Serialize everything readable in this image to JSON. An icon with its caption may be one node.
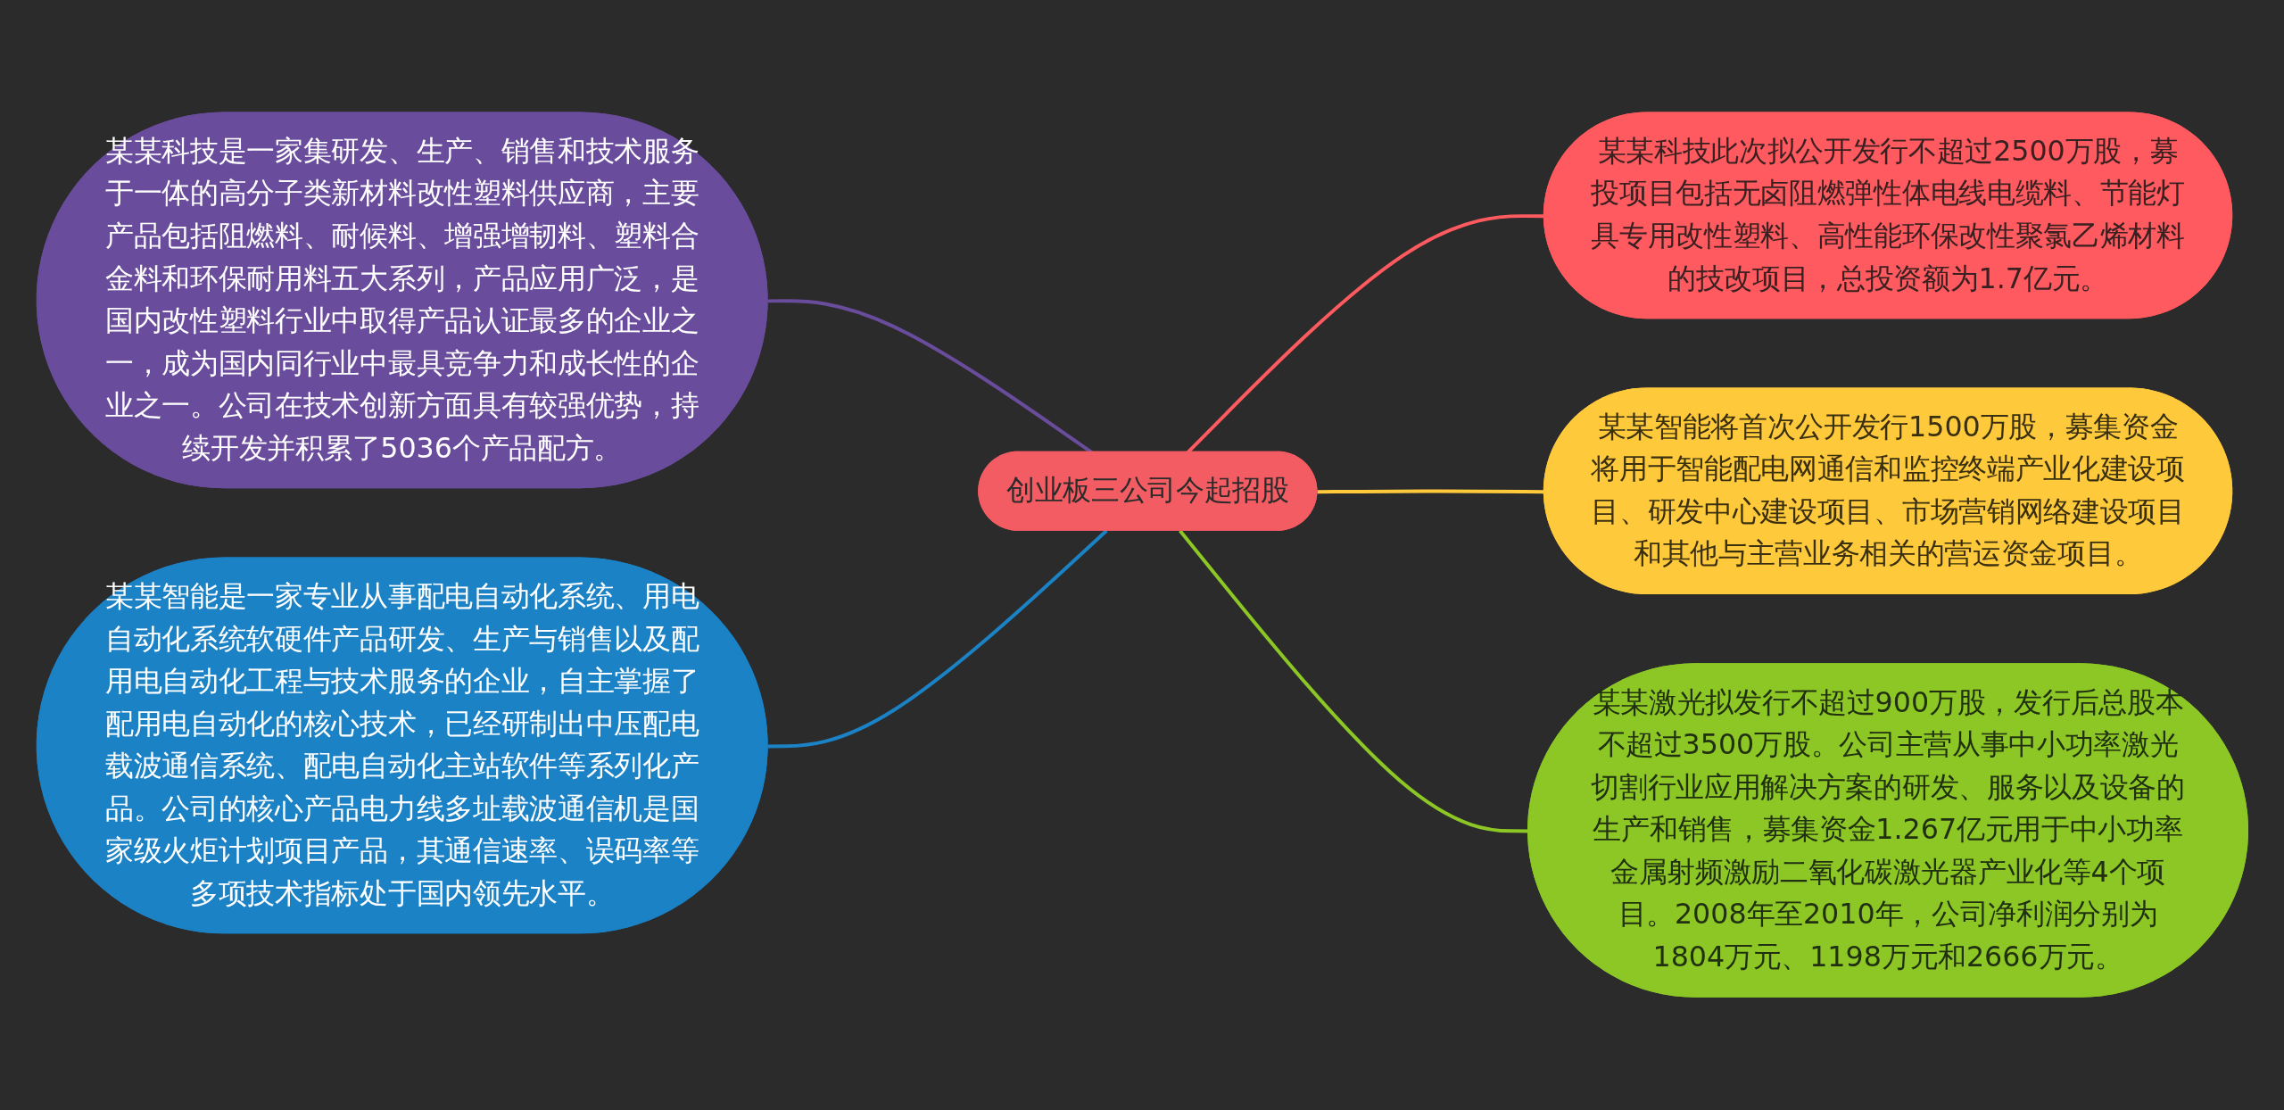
{
  "diagram": {
    "nodes": [
      {
        "text": [
          "创业板三公司今起招股"
        ]
      },
      {
        "text": [
          "某某科技是一家集研发、生产、销售和技术服务于一体的高分子类新材料改性塑料供应商，主要产品包括阻燃料、耐候料、增强增韧料、塑料合金料和环保耐用料五大系列，产品应用广泛，是国内改性塑料行业中取得产品认证最多的企业之一，成为国内同行业中最具竞争力和成长性的企业之一。公司在技术创新方面具有较强优势，持续开发并积累了5036个产品配方。"
        ]
      },
      {
        "text": [
          "某某智能是一家专业从事配电自动化系统、用电自动化系统软硬件产品研发、生产与销售以及配用电自动化工程与技术服务的企业，自主掌握了配用电自动化的核心技术，已经研制出中压配电载波通信系统、配电自动化主站软件等系列化产品。公司的核心产品电力线多址载波通信机是国家级火炬计划项目产品，其通信速率、误码率等多项技术指标处于国内领先水平。"
        ]
      },
      {
        "text": [
          "某某科技此次拟公开发行不超过2500万股，募投项目包括无卤阻燃弹性体电线电缆料、节能灯具专用改性塑料、高性能环保改性聚氯乙烯材料的技改项目，总投资额为1.7亿元。"
        ]
      },
      {
        "text": [
          "某某智能将首次公开发行1500万股，募集资金将用于智能配电网通信和监控终端产业化建设项目、研发中心建设项目、市场营销网络建设项目和其他与主营业务相关的营运资金项目。"
        ]
      },
      {
        "text": [
          "某某激光拟发行不超过900万股，发行后总股本不超过3500万股。公司主营从事中小功率激光切割行业应用解决方案的研发、服务以及设备的生产和销售，募集资金1.267亿元用于中小功率金属射频激励二氧化碳激光器产业化等4个项目。2008年至2010年，公司净利润分别为1804万元、1198万元和2666万元。"
        ]
      }
    ],
    "edges": [
      {
        "from": 1,
        "to": 0,
        "arrow": "none",
        "color": "#6a4c9c"
      },
      {
        "from": 2,
        "to": 0,
        "arrow": "none",
        "color": "#1b82c6"
      },
      {
        "from": 0,
        "to": 3,
        "arrow": "none",
        "color": "#ff5a5f"
      },
      {
        "from": 0,
        "to": 4,
        "arrow": "none",
        "color": "#ffc93c"
      },
      {
        "from": 0,
        "to": 5,
        "arrow": "none",
        "color": "#8cc726"
      }
    ]
  }
}
